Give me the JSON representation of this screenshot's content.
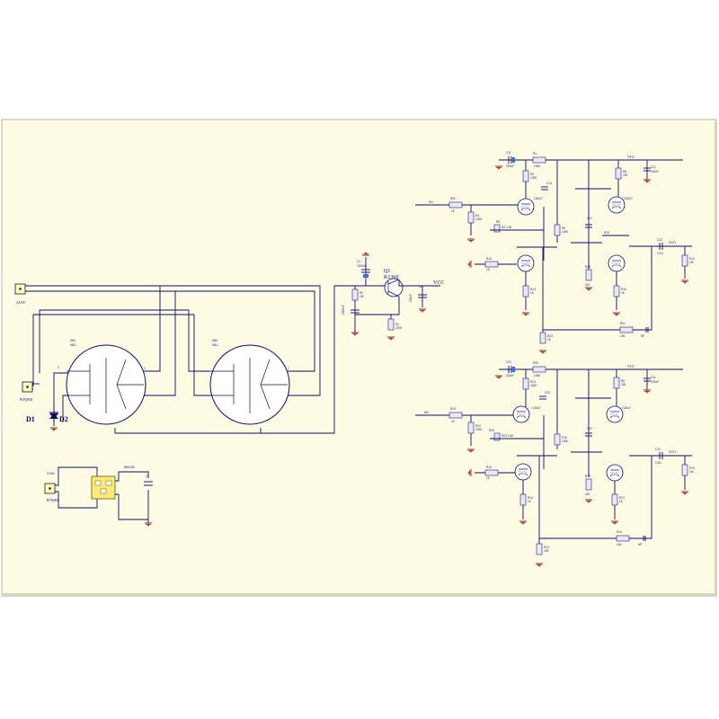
{
  "labels": {
    "acin": "AC6V",
    "d1": "D1",
    "d2": "D2",
    "power_top": "POWER",
    "power_bottom": "POWER",
    "q1": "Q1",
    "q1_part": "K1360",
    "vcc_main": "VCC",
    "vcc_a": "VCC",
    "vcc_b": "VCC",
    "hs1": "HS1",
    "hs2": "HS2",
    "v1_in": "IN1",
    "v2_in": "IN2",
    "v1_out": "OUT1",
    "v2_out": "OUT2",
    "tube_a1": "12AU7",
    "tube_a2": "12AU7",
    "tube_b1": "12AU7",
    "tube_b2": "12AU7"
  },
  "colors": {
    "paper": "#fdfbe3",
    "wire": "#0b0b6e",
    "ground": "#8a1010",
    "resistor_fill": "#e8e8f8",
    "connector_fill": "#fff7c0",
    "chip_fill": "#ffe97a"
  }
}
